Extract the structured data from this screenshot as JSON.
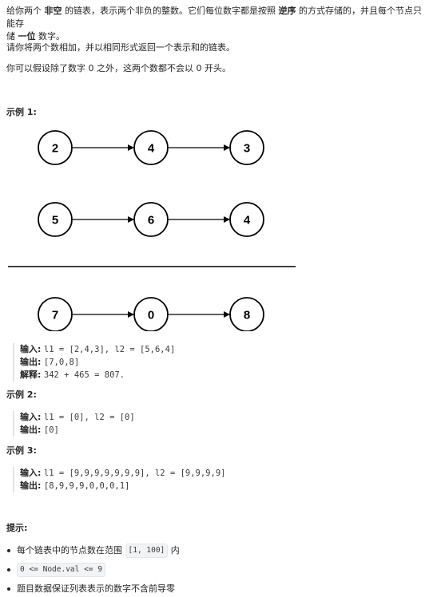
{
  "description": {
    "p1_a": "给你两个 ",
    "p1_b1": "非空",
    "p1_c": " 的链表，表示两个非负的整数。它们每位数字都是按照 ",
    "p1_b2": "逆序",
    "p1_d": " 的方式存储的，并且每个节点只能存",
    "p1_e": "储 ",
    "p1_b3": "一位",
    "p1_f": " 数字。",
    "p2": "请你将两个数相加，并以相同形式返回一个表示和的链表。",
    "p3": "你可以假设除了数字 0 之外，这两个数都不会以 0 开头。"
  },
  "example1": {
    "heading": "示例 1:",
    "diagram": {
      "row1": [
        "2",
        "4",
        "3"
      ],
      "row2": [
        "5",
        "6",
        "4"
      ],
      "row3": [
        "7",
        "0",
        "8"
      ]
    },
    "input_label": "输入:",
    "input_value": "l1 = [2,4,3], l2 = [5,6,4]",
    "output_label": "输出:",
    "output_value": "[7,0,8]",
    "explain_label": "解释:",
    "explain_value": "342 + 465 = 807."
  },
  "example2": {
    "heading": "示例 2:",
    "input_label": "输入:",
    "input_value": "l1 = [0], l2 = [0]",
    "output_label": "输出:",
    "output_value": "[0]"
  },
  "example3": {
    "heading": "示例 3:",
    "input_label": "输入:",
    "input_value": "l1 = [9,9,9,9,9,9,9], l2 = [9,9,9,9]",
    "output_label": "输出:",
    "output_value": "[8,9,9,9,0,0,0,1]"
  },
  "hints": {
    "heading": "提示:",
    "items": [
      {
        "pre": "每个链表中的节点数在范围 ",
        "code": "[1, 100]",
        "post": " 内"
      },
      {
        "pre": "",
        "code": "0 <= Node.val <= 9",
        "post": ""
      },
      {
        "pre": "题目数据保证列表表示的数字不含前导零",
        "code": "",
        "post": ""
      }
    ]
  }
}
